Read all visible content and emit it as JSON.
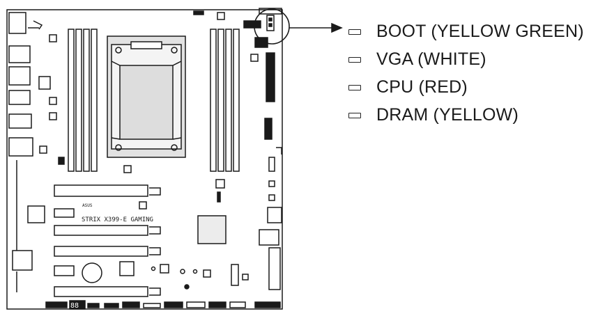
{
  "board": {
    "model_text": "STRIX X399-E GAMING",
    "brand_text": "ASUS",
    "debug_display": "88"
  },
  "led_legend": [
    {
      "label": "BOOT (YELLOW GREEN)"
    },
    {
      "label": "VGA (WHITE)"
    },
    {
      "label": "CPU (RED)"
    },
    {
      "label": "DRAM (YELLOW)"
    }
  ],
  "colors": {
    "line": "#1a1a1a",
    "board_fill": "#ffffff",
    "chip_fill": "#ececec",
    "socket_fill": "#e2e2e2"
  }
}
